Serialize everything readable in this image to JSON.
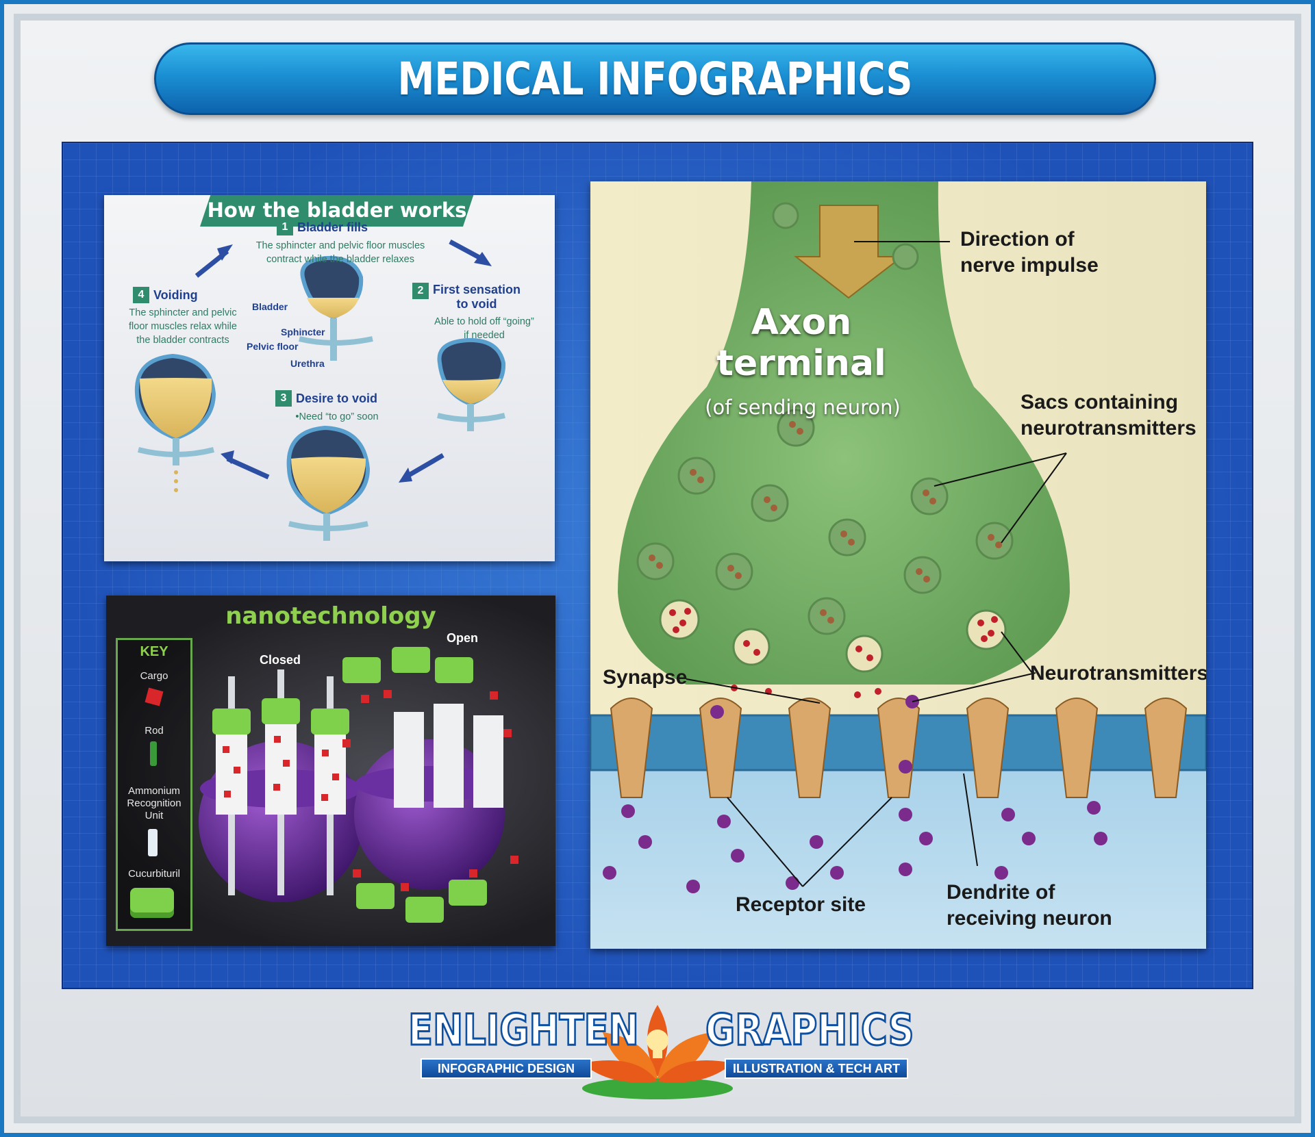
{
  "header": {
    "title": "MEDICAL INFOGRAPHICS"
  },
  "bladder": {
    "title": "How the bladder works",
    "steps": [
      {
        "num": "1",
        "title": "Bladder fills",
        "desc": "The sphincter and pelvic floor muscles\ncontract while the bladder relaxes"
      },
      {
        "num": "2",
        "title": "First sensation\nto void",
        "desc": "Able to hold off “going”\nif needed"
      },
      {
        "num": "3",
        "title": "Desire to void",
        "desc": "•Need “to go” soon"
      },
      {
        "num": "4",
        "title": "Voiding",
        "desc": "The sphincter and pelvic\nfloor muscles relax while\nthe bladder contracts"
      }
    ],
    "labels": {
      "bladder": "Bladder",
      "sphincter": "Sphincter",
      "pelvic_floor": "Pelvic floor",
      "urethra": "Urethra"
    }
  },
  "nano": {
    "title": "nanotechnology",
    "key_title": "KEY",
    "key_items": [
      "Cargo",
      "Rod",
      "Ammonium\nRecognition\nUnit",
      "Cucurbituril"
    ],
    "closed": "Closed",
    "open": "Open"
  },
  "synapse": {
    "direction": "Direction of\nnerve impulse",
    "axon1": "Axon",
    "axon2": "terminal",
    "axon3": "(of sending neuron)",
    "sacs": "Sacs containing\nneurotransmitters",
    "synapse": "Synapse",
    "neurotransmitters": "Neurotransmitters",
    "receptor": "Receptor site",
    "dendrite": "Dendrite of\nreceiving neuron"
  },
  "logo": {
    "word1": "ENLIGHTEN",
    "word2": "GRAPHICS",
    "left_ribbon": "INFOGRAPHIC DESIGN",
    "right_ribbon": "ILLUSTRATION & TECH ART"
  },
  "colors": {
    "accent_blue": "#1b8fd3",
    "green": "#2f8c6d",
    "nano_green": "#8fd14f",
    "axon_green": "#6aa85a"
  }
}
